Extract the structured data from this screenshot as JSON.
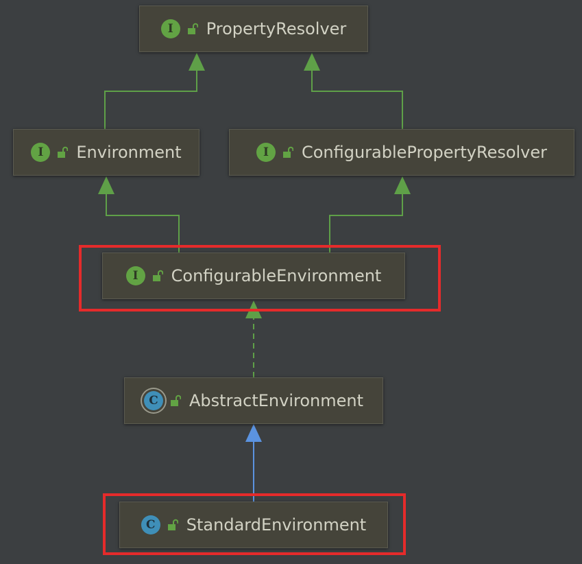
{
  "diagram": {
    "nodes": [
      {
        "id": "property-resolver",
        "label": "PropertyResolver",
        "kind": "I"
      },
      {
        "id": "environment",
        "label": "Environment",
        "kind": "I"
      },
      {
        "id": "configurable-property-resolver",
        "label": "ConfigurablePropertyResolver",
        "kind": "I"
      },
      {
        "id": "configurable-environment",
        "label": "ConfigurableEnvironment",
        "kind": "I"
      },
      {
        "id": "abstract-environment",
        "label": "AbstractEnvironment",
        "kind": "C"
      },
      {
        "id": "standard-environment",
        "label": "StandardEnvironment",
        "kind": "C"
      }
    ],
    "edges": [
      {
        "from": "environment",
        "to": "property-resolver",
        "type": "extends-interface"
      },
      {
        "from": "configurable-property-resolver",
        "to": "property-resolver",
        "type": "extends-interface"
      },
      {
        "from": "configurable-environment",
        "to": "environment",
        "type": "extends-interface"
      },
      {
        "from": "configurable-environment",
        "to": "configurable-property-resolver",
        "type": "extends-interface"
      },
      {
        "from": "abstract-environment",
        "to": "configurable-environment",
        "type": "implements"
      },
      {
        "from": "standard-environment",
        "to": "abstract-environment",
        "type": "extends-class"
      }
    ],
    "highlighted": [
      "configurable-environment",
      "standard-environment"
    ],
    "colors": {
      "background": "#3c3f41",
      "node_fill": "#45443a",
      "text": "#d2d2c4",
      "interface_edge": "#5fa048",
      "class_edge": "#5b93e0",
      "highlight": "#e52b2b"
    }
  }
}
